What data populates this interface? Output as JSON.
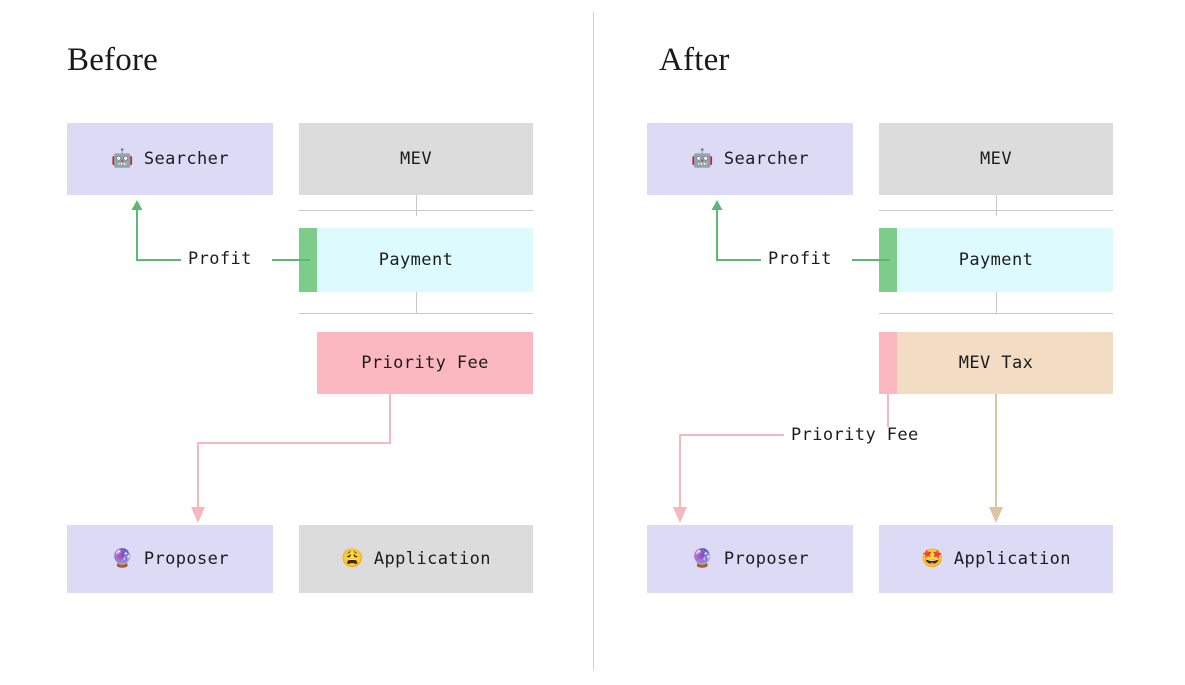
{
  "palette": {
    "lavender": "#dcdaf5",
    "gray": "#dcdcdc",
    "cyan": "#ddfaff",
    "green": "#7dcc89",
    "pink": "#fcb8c0",
    "tan": "#f2dcc4",
    "rule": "#c9c9c9",
    "divider": "#d0d0d0",
    "green_line": "#5cb875",
    "pink_line": "#f5b9bd",
    "tan_line": "#dcc5a2",
    "text": "#1c1c1c",
    "background": "#ffffff"
  },
  "before": {
    "title": "Before",
    "searcher": {
      "label": "Searcher",
      "emoji": "🤖",
      "icon": "robot-icon"
    },
    "mev": {
      "label": "MEV"
    },
    "payment": {
      "label": "Payment"
    },
    "profit": {
      "label": "Profit"
    },
    "priority_fee": {
      "label": "Priority Fee"
    },
    "proposer": {
      "label": "Proposer",
      "emoji": "🔮",
      "icon": "crystal-ball-icon"
    },
    "application": {
      "label": "Application",
      "emoji": "😩",
      "icon": "weary-face-icon"
    }
  },
  "after": {
    "title": "After",
    "searcher": {
      "label": "Searcher",
      "emoji": "🤖",
      "icon": "robot-icon"
    },
    "mev": {
      "label": "MEV"
    },
    "payment": {
      "label": "Payment"
    },
    "profit": {
      "label": "Profit"
    },
    "mev_tax": {
      "label": "MEV Tax"
    },
    "priority_fee": {
      "label": "Priority Fee"
    },
    "proposer": {
      "label": "Proposer",
      "emoji": "🔮",
      "icon": "crystal-ball-icon"
    },
    "application": {
      "label": "Application",
      "emoji": "🤩",
      "icon": "star-struck-face-icon"
    }
  }
}
